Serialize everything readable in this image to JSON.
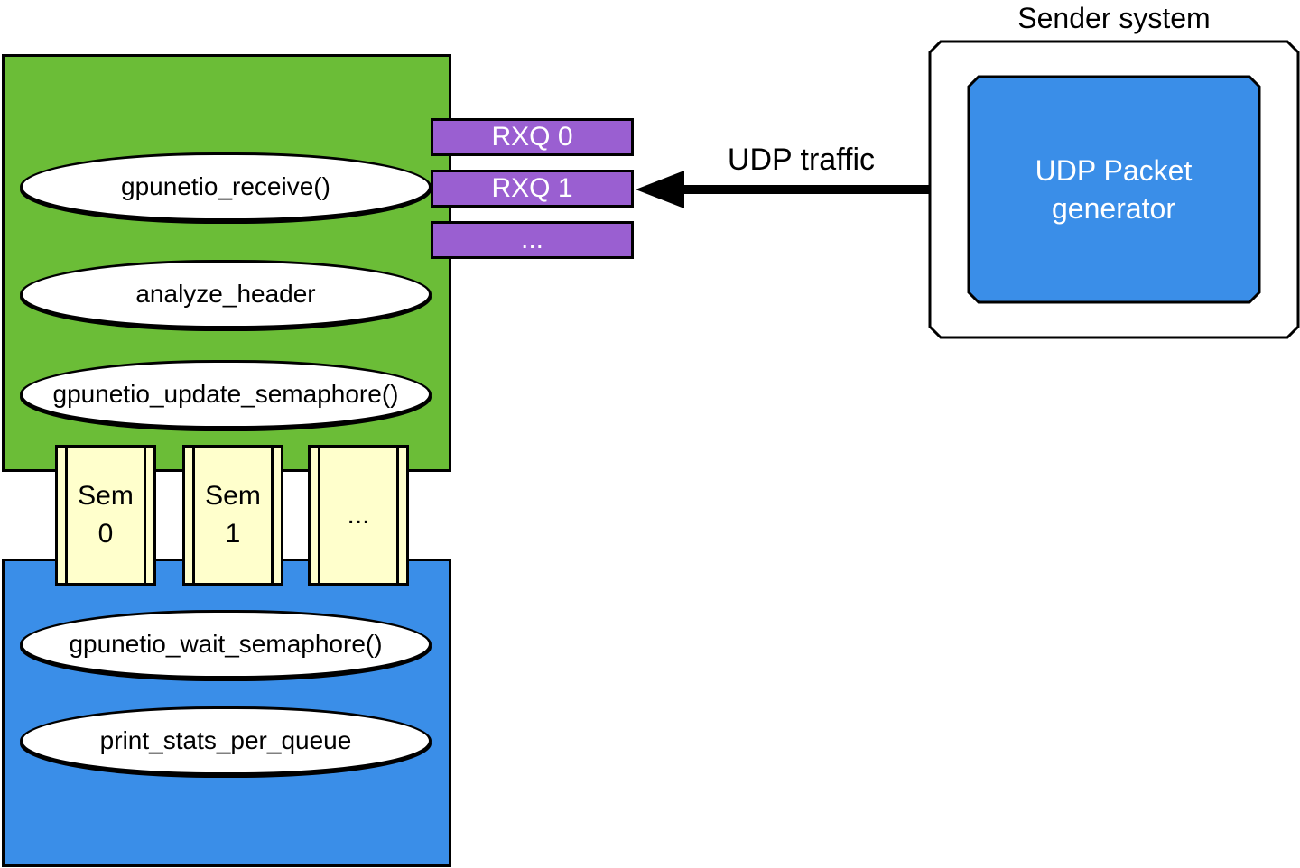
{
  "colors": {
    "gpu": "#6bbd37",
    "cpu": "#3a8ee8",
    "queue": "#9a5fd1",
    "semaphore": "#ffffcc",
    "generator": "#3a8ee8"
  },
  "gpu_kernel": {
    "title": "CUDA kernel UDP",
    "steps": [
      "gpunetio_receive()",
      "analyze_header",
      "gpunetio_update_semaphore()"
    ]
  },
  "rx_queues": [
    "RXQ 0",
    "RXQ 1",
    "..."
  ],
  "semaphores": [
    {
      "line1": "Sem",
      "line2": "0"
    },
    {
      "line1": "Sem",
      "line2": "1"
    },
    {
      "line1": "...",
      "line2": ""
    }
  ],
  "cpu_thread": {
    "title": "CPU thread",
    "steps": [
      "gpunetio_wait_semaphore()",
      "print_stats_per_queue"
    ]
  },
  "traffic_label": "UDP traffic",
  "sender": {
    "label": "Sender system",
    "generator_line1": "UDP Packet",
    "generator_line2": "generator"
  }
}
